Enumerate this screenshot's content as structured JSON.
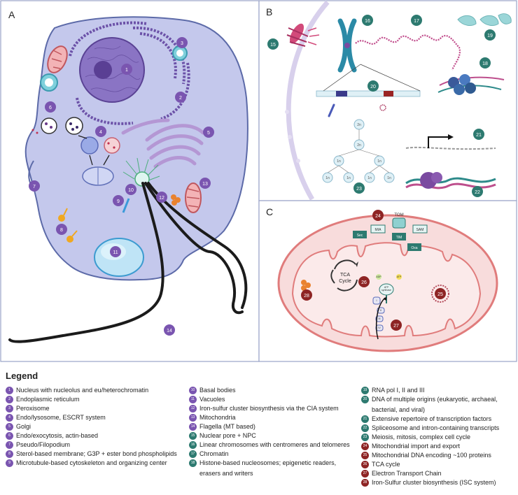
{
  "panels": {
    "a": "A",
    "b": "B",
    "c": "C"
  },
  "diagram_labels": {
    "tca": [
      "TCA",
      "Cycle"
    ],
    "tom": "TOM",
    "mia": "MIA",
    "sam": "SAM",
    "tim": "TIM",
    "sec": "Sec",
    "oxa": "Oxa",
    "adp": "ADP",
    "atp": "ATP",
    "atp_synthase": [
      "ATP",
      "synthase"
    ],
    "ploidy_2n": "2n",
    "ploidy_1n": "1n",
    "complexes": [
      "I",
      "II",
      "III",
      "IV"
    ]
  },
  "legend": {
    "title": "Legend",
    "col1": [
      {
        "num": "1",
        "text": "Nucleus with nucleolus and eu/heterochromatin",
        "color": "#7a55b0"
      },
      {
        "num": "2",
        "text": "Endoplasmic reticulum",
        "color": "#7a55b0"
      },
      {
        "num": "3",
        "text": "Peroxisome",
        "color": "#7a55b0"
      },
      {
        "num": "4",
        "text": "Endo/lysosome, ESCRT system",
        "color": "#7a55b0"
      },
      {
        "num": "5",
        "text": "Golgi",
        "color": "#7a55b0"
      },
      {
        "num": "6",
        "text": "Endo/exocytosis, actin-based",
        "color": "#7a55b0"
      },
      {
        "num": "7",
        "text": "Pseudo/Filopodium",
        "color": "#7a55b0"
      },
      {
        "num": "8",
        "text": "Sterol-based membrane; G3P + ester bond phospholipids",
        "color": "#7a55b0"
      },
      {
        "num": "9",
        "text": "Microtubule-based cytoskeleton and organizing center",
        "color": "#7a55b0"
      }
    ],
    "col2": [
      {
        "num": "10",
        "text": "Basal bodies",
        "color": "#7a55b0"
      },
      {
        "num": "11",
        "text": "Vacuoles",
        "color": "#7a55b0"
      },
      {
        "num": "12",
        "text": "Iron-sulfur cluster biosynthesis via the CIA system",
        "color": "#7a55b0"
      },
      {
        "num": "13",
        "text": "Mitochondria",
        "color": "#7a55b0"
      },
      {
        "num": "14",
        "text": "Flagella (MT based)",
        "color": "#7a55b0"
      },
      {
        "num": "15",
        "text": "Nuclear pore + NPC",
        "color": "#2d7a70"
      },
      {
        "num": "16",
        "text": "Linear chromosomes with centromeres and telomeres",
        "color": "#2d7a70"
      },
      {
        "num": "17",
        "text": "Chromatin",
        "color": "#2d7a70"
      },
      {
        "num": "18",
        "text": "Histone-based nucleosomes; epigenetic readers, erasers and writers",
        "color": "#2d7a70"
      }
    ],
    "col3": [
      {
        "num": "19",
        "text": "RNA pol I, II and III",
        "color": "#2d7a70"
      },
      {
        "num": "20",
        "text": "DNA of multiple origins (eukaryotic, archaeal, bacterial, and viral)",
        "color": "#2d7a70"
      },
      {
        "num": "21",
        "text": "Extensive repertoire of transcription factors",
        "color": "#2d7a70"
      },
      {
        "num": "22",
        "text": "Spliceosome and intron-containing transcripts",
        "color": "#2d7a70"
      },
      {
        "num": "23",
        "text": "Meiosis, mitosis, complex cell cycle",
        "color": "#2d7a70"
      },
      {
        "num": "24",
        "text": "Mitochondrial import and export",
        "color": "#8e2424"
      },
      {
        "num": "25",
        "text": "Mitochondrial DNA encoding ~100 proteins",
        "color": "#8e2424"
      },
      {
        "num": "26",
        "text": "TCA cycle",
        "color": "#8e2424"
      },
      {
        "num": "27",
        "text": "Electron Transport Chain",
        "color": "#8e2424"
      },
      {
        "num": "28",
        "text": "Iron-Sulfur cluster biosynthesis (ISC system)",
        "color": "#8e2424"
      }
    ]
  },
  "markers": {
    "panel_a": [
      "1",
      "2",
      "3",
      "4",
      "5",
      "6",
      "7",
      "8",
      "9",
      "10",
      "11",
      "12",
      "13",
      "14"
    ],
    "panel_b": [
      "15",
      "16",
      "17",
      "18",
      "19",
      "20",
      "21",
      "22",
      "23"
    ],
    "panel_c": [
      "24",
      "25",
      "26",
      "27",
      "28"
    ]
  }
}
